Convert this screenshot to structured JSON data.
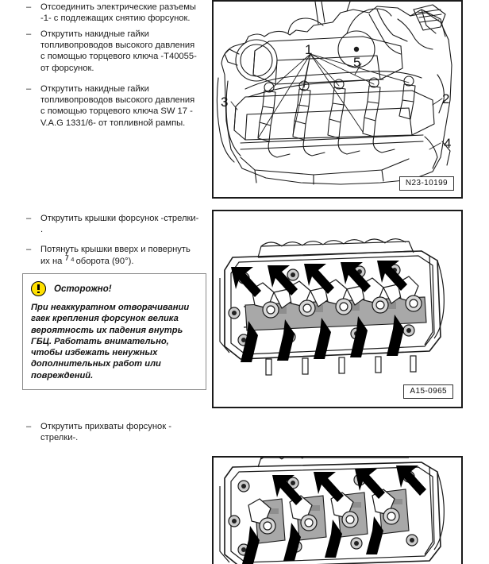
{
  "page": {
    "language": "ru",
    "document_type": "service-manual-procedure"
  },
  "instructions": [
    {
      "marker": "–",
      "text": "Отсоединить электрические разъемы\n-1- с подлежащих снятию форсунок."
    },
    {
      "marker": "–",
      "text": "Открутить накидные гайки\nтопливопроводов высокого давления\nс помощью торцевого ключа -T40055-\nот форсунок."
    },
    {
      "marker": "–",
      "text": "Открутить накидные гайки\nтопливопроводов высокого давления\nс помощью торцевого ключа SW 17 -\nV.A.G 1331/6- от топливной рампы."
    },
    {
      "marker": "–",
      "text": "Открутить крышки форсунок -стрелки-\n."
    },
    {
      "marker": "–",
      "text_before_fraction": "Потянуть крышки вверх и повернуть\nих на ",
      "fraction_numerator": "1",
      "fraction_denominator": "4",
      "text_after_fraction": " оборота (90°)."
    },
    {
      "marker": "–",
      "text": "Открутить прихваты форсунок -\nстрелки-."
    }
  ],
  "warning": {
    "icon": "exclamation-triangle-icon",
    "title": "Осторожно!",
    "body": "При неаккуратном отворачивании\nгаек крепления форсунок велика\nвероятность их падения внутрь\nГБЦ. Работать внимательно,\nчтобы избежать ненужных\nдополнительных работ или\nповреждений.",
    "icon_color": "#ffe000",
    "border_color": "#8a8a8a"
  },
  "figures": [
    {
      "name": "engine-overview",
      "label": "N23-10199",
      "callouts": [
        "1",
        "2",
        "3",
        "4",
        "5"
      ],
      "description": "Двигатель в сборе"
    },
    {
      "name": "cylinder-head-injector-covers",
      "label": "A15-0965",
      "arrow_count": 10,
      "description": "ГБЦ с крышками форсунок"
    },
    {
      "name": "cylinder-head-injector-clamps",
      "label": "",
      "arrow_count": 9,
      "description": "ГБЦ с прихватами форсунок"
    }
  ],
  "colors": {
    "figure_border": "#1a1a1a",
    "rail_gray": "#a8a8a8",
    "arrow_black": "#000000",
    "text": "#1b1b1b"
  }
}
